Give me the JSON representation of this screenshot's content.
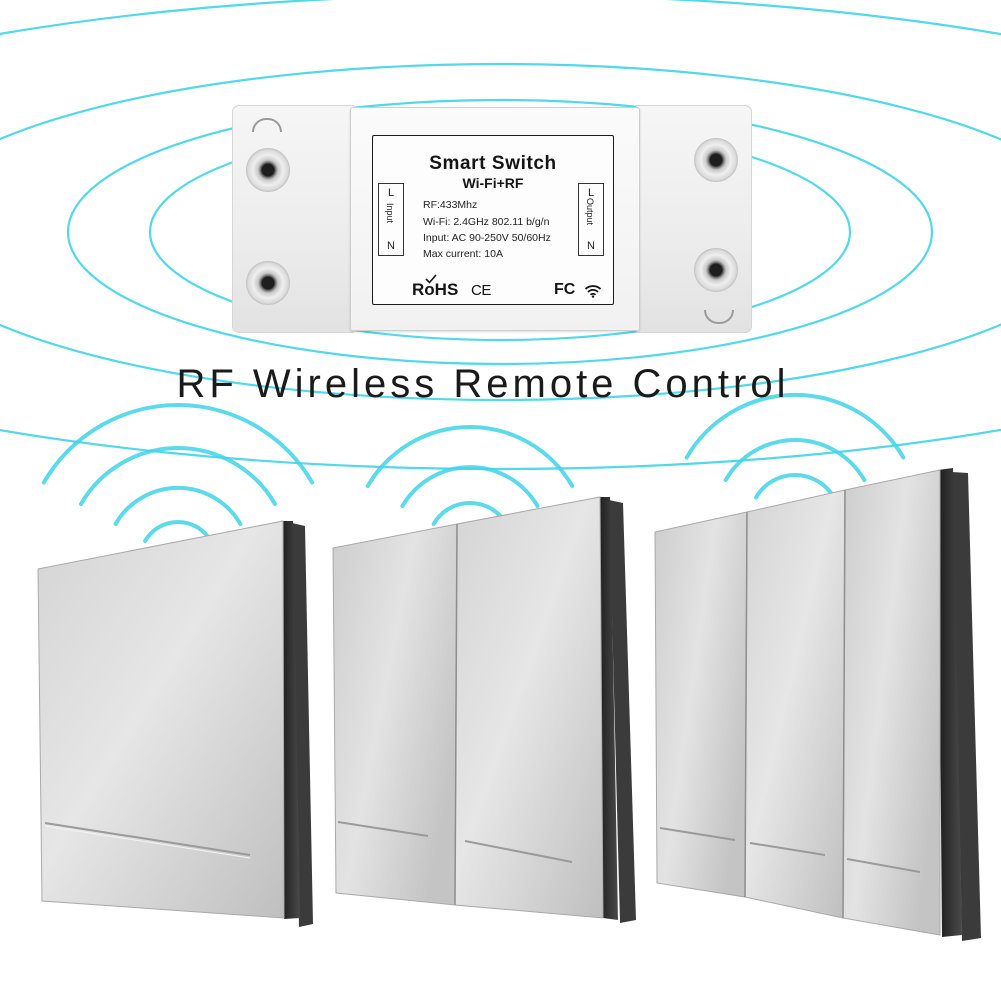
{
  "colors": {
    "wave": "#3fd4e6",
    "panel": "#d8d8d8",
    "panel_edge": "#2a2a2a"
  },
  "device": {
    "title": "Smart Switch",
    "subtitle": "Wi-Fi+RF",
    "input_terminal": {
      "top": "L",
      "label": "Input",
      "bottom": "N"
    },
    "output_terminal": {
      "top": "L",
      "label": "Output",
      "bottom": "N"
    },
    "specs": [
      "RF:433Mhz",
      "Wi-Fi: 2.4GHz 802.11 b/g/n",
      "Input: AC 90-250V 50/60Hz",
      "Max current: 10A"
    ],
    "certifications": {
      "rohs": "RoHS",
      "ce": "CE",
      "fc": "FC"
    },
    "icons": {
      "wifi": "wifi-icon",
      "check": "check-icon"
    }
  },
  "caption": "RF Wireless Remote Control"
}
